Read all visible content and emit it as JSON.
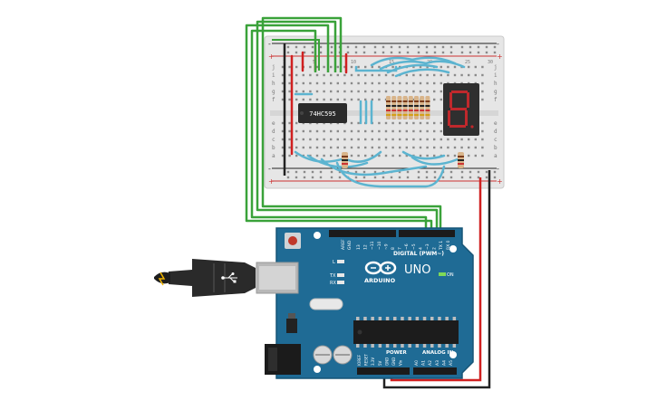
{
  "breadboard": {
    "row_letters_top": [
      "j",
      "i",
      "h",
      "g",
      "f"
    ],
    "row_letters_bottom": [
      "e",
      "d",
      "c",
      "b",
      "a"
    ],
    "rail_minus": "-",
    "rail_plus": "+",
    "column_numbers": [
      "1",
      "5",
      "10",
      "15",
      "20",
      "25",
      "30"
    ]
  },
  "chip": {
    "label": "74HC595"
  },
  "seven_segment": {
    "digit": "8",
    "color": "#c0282c"
  },
  "arduino": {
    "brand": "ARDUINO",
    "model": "UNO",
    "digital_label": "DIGITAL (PWM~)",
    "power_label": "POWER",
    "analog_label": "ANALOG IN",
    "on_label": "ON",
    "tx_label": "TX",
    "rx_label": "RX",
    "l_label": "L",
    "aref_label": "AREF",
    "gnd_label": "GND",
    "digital_pins": [
      "13",
      "12",
      "~11",
      "~10",
      "~9",
      "8",
      "7",
      "~6",
      "~5",
      "4",
      "~3",
      "2",
      "TX 1",
      "RX 0"
    ],
    "power_pins": [
      "IOREF",
      "RESET",
      "3.3V",
      "5V",
      "GND",
      "GND",
      "Vin"
    ],
    "analog_pins": [
      "A0",
      "A1",
      "A2",
      "A3",
      "A4",
      "A5"
    ]
  },
  "colors": {
    "board_blue": "#1f6b95",
    "breadboard": "#e9e9e9",
    "wire_green": "#3aa23a",
    "wire_red": "#d02020",
    "wire_blue": "#5cb4d0",
    "wire_black": "#222222"
  },
  "icons": [
    "usb-plug-icon",
    "arduino-infinity-logo-icon",
    "reset-button-icon"
  ]
}
